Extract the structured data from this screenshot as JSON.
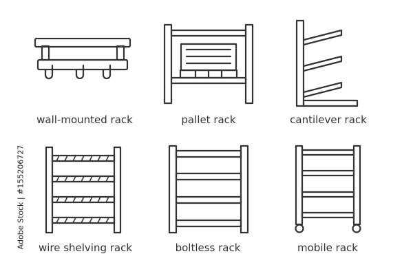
{
  "colors": {
    "stroke": "#333333",
    "background": "#ffffff"
  },
  "items": [
    {
      "icon": "wall-mounted-rack-icon",
      "label": "wall-mounted rack"
    },
    {
      "icon": "pallet-rack-icon",
      "label": "pallet rack"
    },
    {
      "icon": "cantilever-rack-icon",
      "label": "cantilever rack"
    },
    {
      "icon": "wire-shelving-rack-icon",
      "label": "wire shelving rack"
    },
    {
      "icon": "boltless-rack-icon",
      "label": "boltless rack"
    },
    {
      "icon": "mobile-rack-icon",
      "label": "mobile rack"
    }
  ],
  "side_id": "Adobe Stock | #155206727"
}
